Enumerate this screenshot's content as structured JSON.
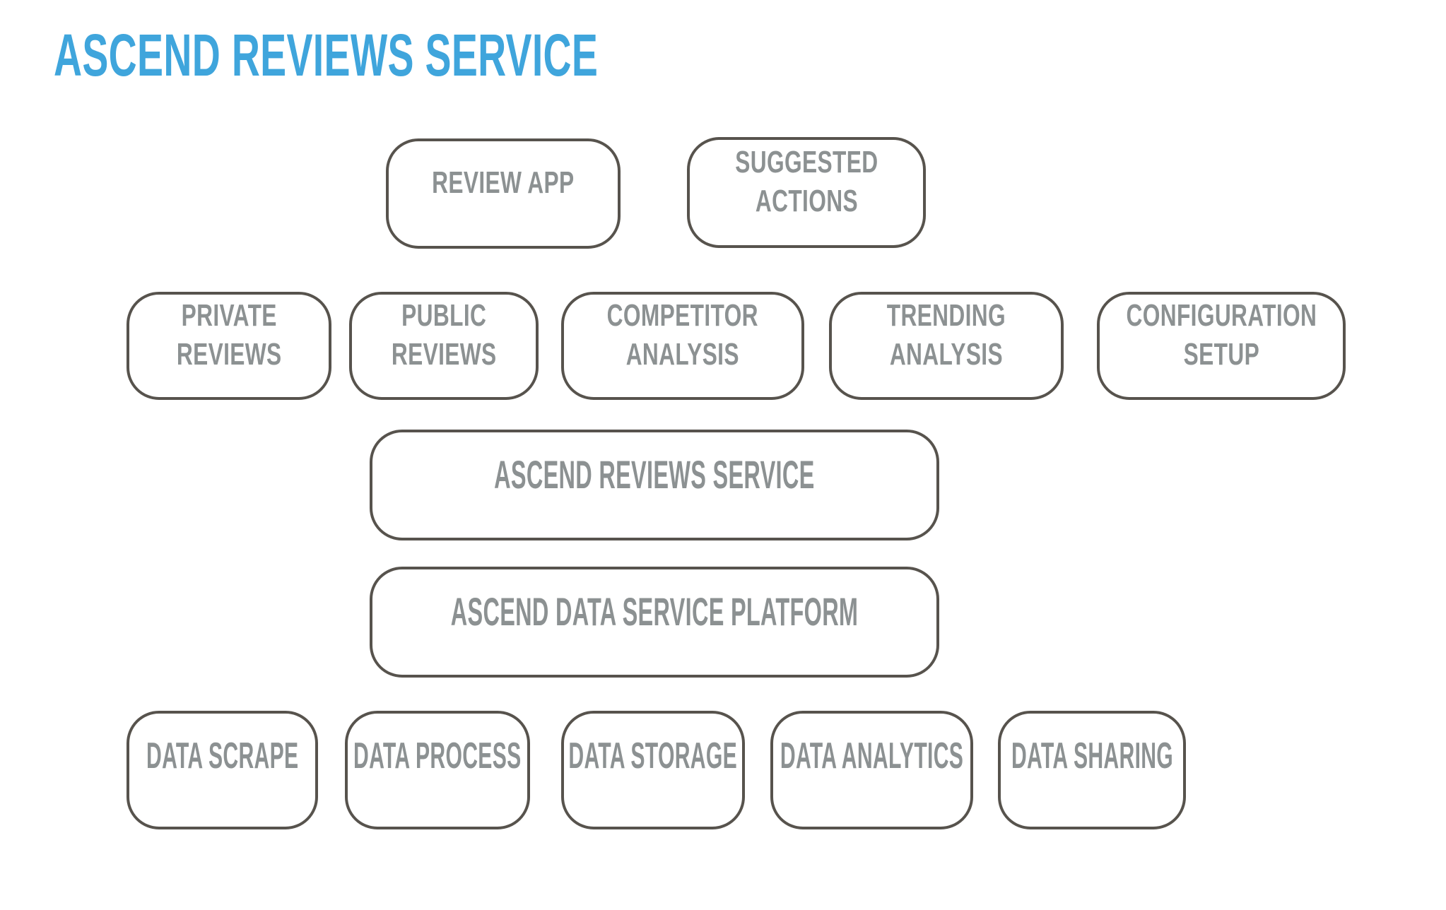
{
  "title": "ASCEND REVIEWS SERVICE",
  "colors": {
    "title_text": "#3FA5DC",
    "box_border": "#57534D",
    "box_label": "#8C9192",
    "background": "#FFFFFF"
  },
  "diagram": {
    "apps_row": {
      "review_app": "REVIEW APP",
      "suggested_actions": "SUGGESTED\nACTIONS"
    },
    "modules_row": {
      "private_reviews": "PRIVATE\nREVIEWS",
      "public_reviews": "PUBLIC\nREVIEWS",
      "competitor_analysis": "COMPETITOR\nANALYSIS",
      "trending_analysis": "TRENDING\nANALYSIS",
      "configuration_setup": "CONFIGURATION\nSETUP"
    },
    "service_row": {
      "ascend_reviews_service": "ASCEND REVIEWS SERVICE"
    },
    "platform_row": {
      "ascend_data_service_platform": "ASCEND DATA SERVICE PLATFORM"
    },
    "data_row": {
      "data_scrape": "DATA SCRAPE",
      "data_process": "DATA PROCESS",
      "data_storage": "DATA STORAGE",
      "data_analytics": "DATA ANALYTICS",
      "data_sharing": "DATA SHARING"
    }
  }
}
